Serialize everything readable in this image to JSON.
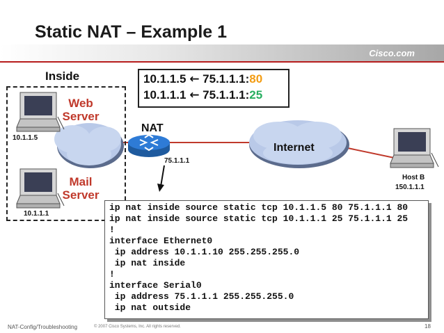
{
  "slide": {
    "title": "Static NAT – Example 1",
    "brand": "Cisco.com"
  },
  "diagram": {
    "inside_label": "Inside",
    "web_server": {
      "line1": "Web",
      "line2": "Server",
      "ip": "10.1.1.5"
    },
    "mail_server": {
      "line1": "Mail",
      "line2": "Server",
      "ip": "10.1.1.1"
    },
    "mapping": [
      {
        "inside": "10.1.1.5",
        "arrow": "←",
        "outside": "75.1.1.1:",
        "port": "80"
      },
      {
        "inside": "10.1.1.1",
        "arrow": "←",
        "outside": "75.1.1.1:",
        "port": "25"
      }
    ],
    "nat": {
      "label": "NAT",
      "ip": "75.1.1.1"
    },
    "internet_label": "Internet",
    "host_b": {
      "name": "Host B",
      "ip": "150.1.1.1"
    }
  },
  "config": {
    "lines": [
      "ip nat inside source static tcp 10.1.1.5 80 75.1.1.1 80",
      "ip nat inside source static tcp 10.1.1.1 25 75.1.1.1 25",
      "!",
      "interface Ethernet0",
      " ip address 10.1.1.10 255.255.255.0",
      " ip nat inside",
      "!",
      "interface Serial0",
      " ip address 75.1.1.1 255.255.255.0",
      " ip nat outside"
    ]
  },
  "footer": {
    "left": "NAT-Config/Troubleshooting",
    "copyright": "© 2007 Cisco Systems, Inc. All rights reserved.",
    "page": "18"
  },
  "colors": {
    "port_80": "#f39c12",
    "port_25": "#27ae60",
    "server_label": "#c0392b",
    "link": "#c0392b",
    "cloud": "#b9c9e8",
    "router": "#2e7bd6"
  }
}
